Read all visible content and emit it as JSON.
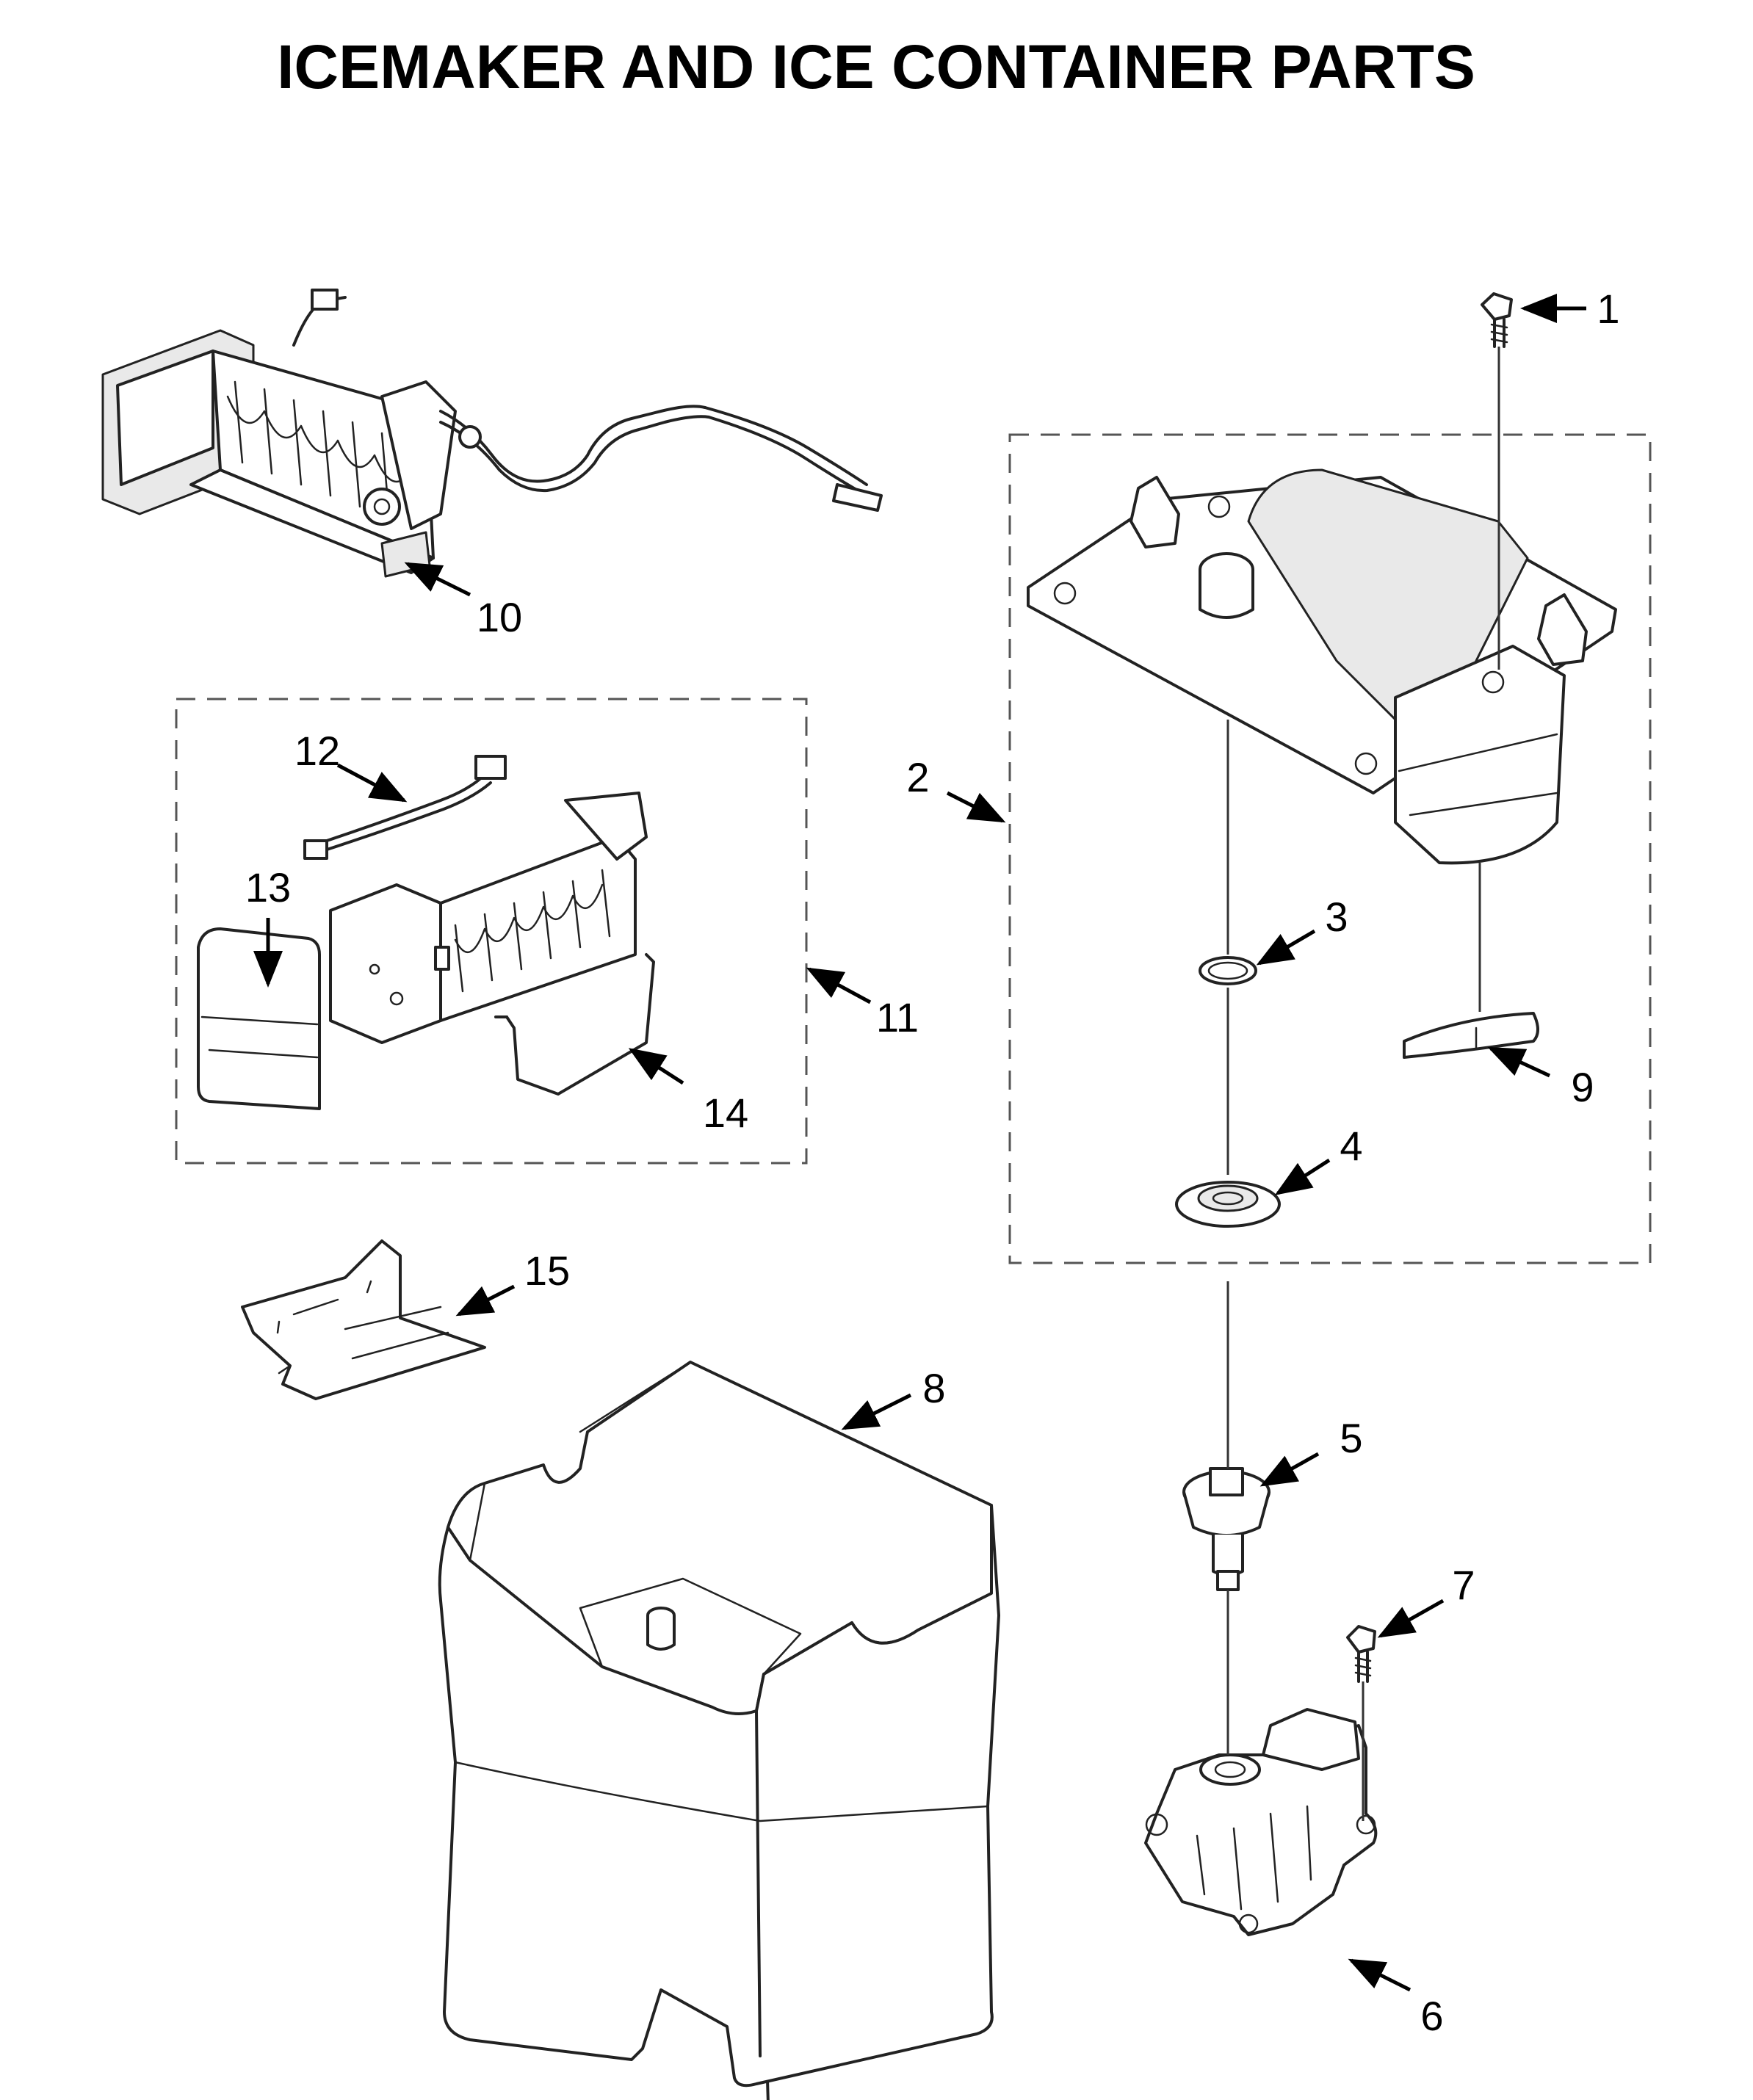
{
  "title": "ICEMAKER AND ICE CONTAINER PARTS",
  "callouts": {
    "c1": "1",
    "c2": "2",
    "c3": "3",
    "c4": "4",
    "c5": "5",
    "c6": "6",
    "c7": "7",
    "c8": "8",
    "c9": "9",
    "c10": "10",
    "c11": "11",
    "c12": "12",
    "c13": "13",
    "c14": "14",
    "c15": "15"
  }
}
